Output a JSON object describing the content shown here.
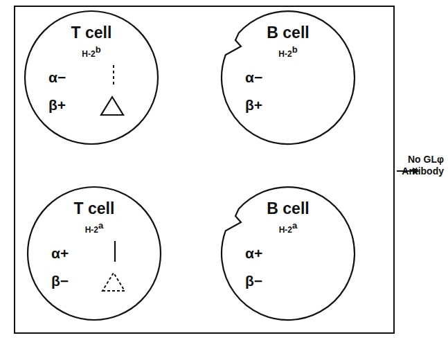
{
  "diagram": {
    "nodes": [
      {
        "text": []
      },
      {
        "text": [
          "T cell",
          "H-2",
          "b",
          "α−",
          "β+"
        ],
        "in": 0
      },
      {
        "text": [
          "B cell",
          "H-2",
          "b",
          "α−",
          "β+"
        ],
        "in": 0
      },
      {
        "text": [
          "T cell",
          "H-2",
          "a",
          "α+",
          "β−"
        ],
        "in": 0
      },
      {
        "text": [
          "B cell",
          "H-2",
          "a",
          "α+",
          "β−"
        ],
        "in": 0
      }
    ],
    "labels": [
      "No GLφ Antibody"
    ]
  }
}
